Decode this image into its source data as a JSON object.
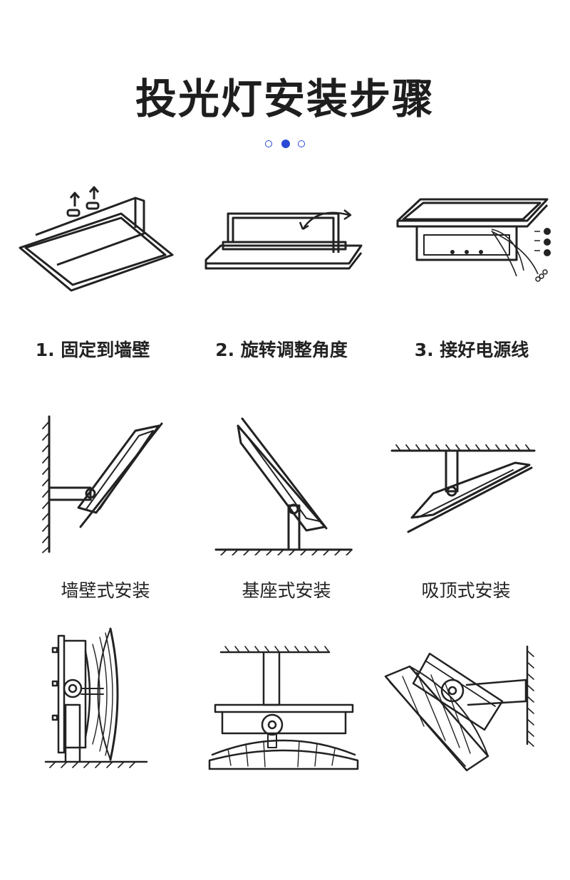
{
  "page": {
    "title": "投光灯安装步骤",
    "accent_color": "#2a49d6",
    "carousel": {
      "count": 3,
      "active": 1
    }
  },
  "steps": [
    {
      "label": "1. 固定到墙壁",
      "illustration": "wall-fix-icon"
    },
    {
      "label": "2. 旋转调整角度",
      "illustration": "rotate-angle-icon"
    },
    {
      "label": "3. 接好电源线",
      "illustration": "wiring-icon"
    }
  ],
  "install_types": [
    {
      "label": "墙壁式安装",
      "illustration": "wall-mount-icon"
    },
    {
      "label": "基座式安装",
      "illustration": "base-mount-icon"
    },
    {
      "label": "吸顶式安装",
      "illustration": "ceiling-mount-icon"
    }
  ],
  "gallery": [
    {
      "illustration": "floor-stand-lamp-icon"
    },
    {
      "illustration": "ceiling-hang-lamp-icon"
    },
    {
      "illustration": "wall-arm-lamp-icon"
    }
  ]
}
